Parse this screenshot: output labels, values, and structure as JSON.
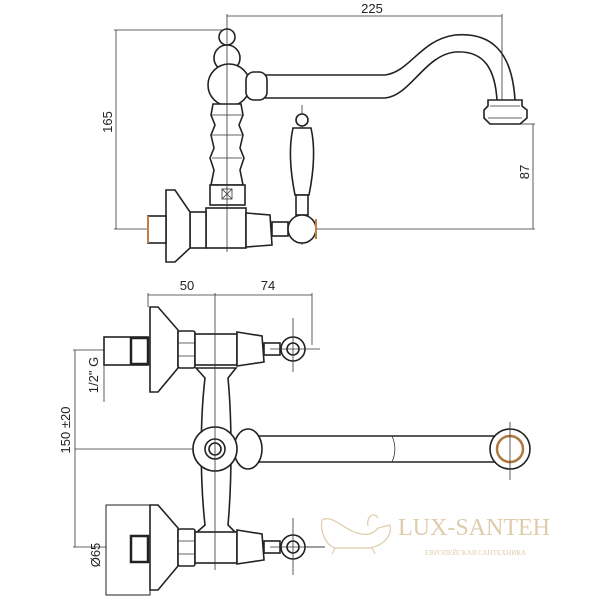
{
  "side_view": {
    "dim_width": "225",
    "dim_height": "165",
    "dim_spout_height": "87"
  },
  "front_view": {
    "dim_left": "50",
    "dim_right": "74",
    "dim_spacing": "150 ±20",
    "dim_thread": "1/2\" G",
    "dim_flange": "Ø65"
  },
  "watermark": {
    "brand": "LUX-SANTEH",
    "tagline": "ЕВРОПЕЙСКАЯ САНТЕХНИКА",
    "color": "#d9c49c"
  }
}
